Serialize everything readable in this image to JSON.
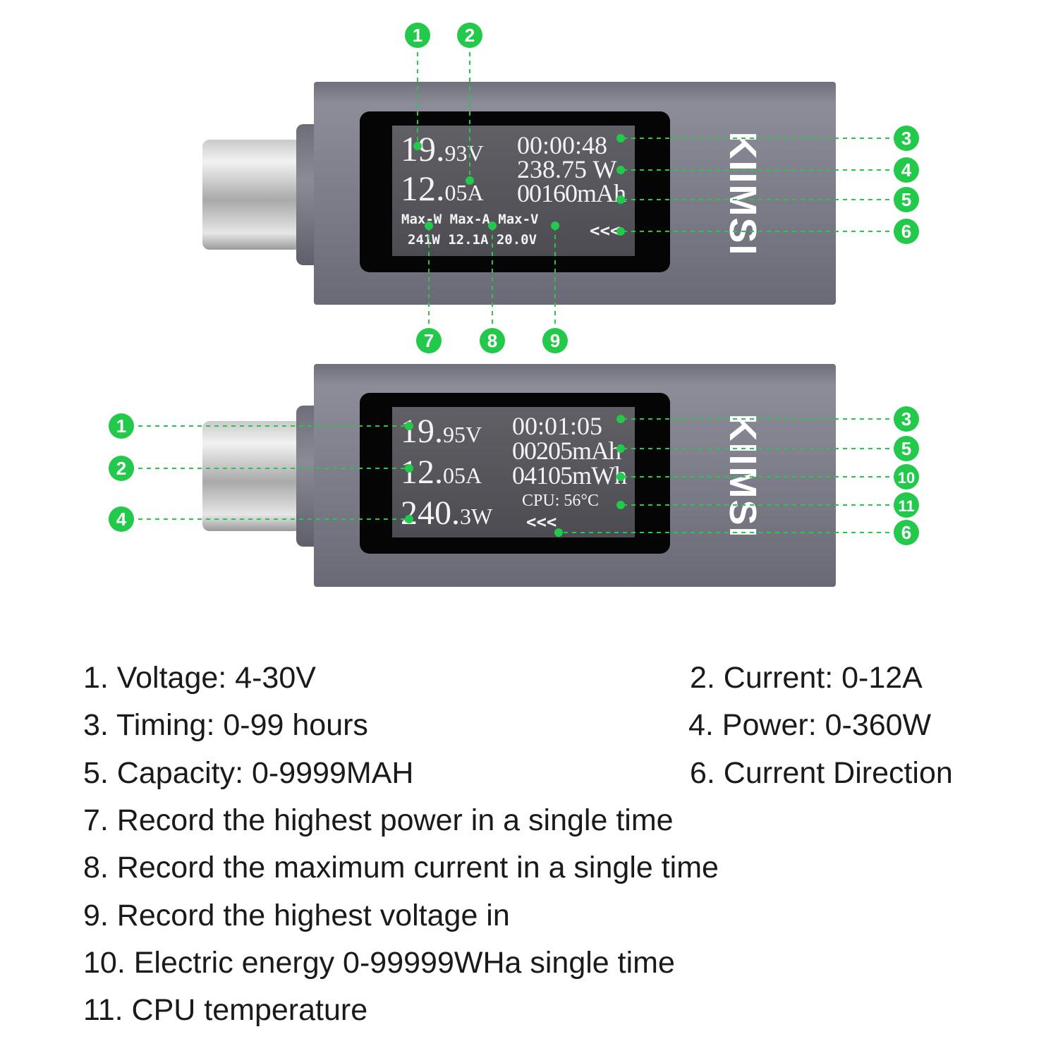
{
  "brand": "KIIMSI",
  "colors": {
    "accent": "#22c94a",
    "lcd_text": "#f4f4f4",
    "body": "#7f7f8b"
  },
  "device_top": {
    "voltage_int": "19.",
    "voltage_dec": "93",
    "voltage_unit": "V",
    "current_int": "12.",
    "current_dec": "05",
    "current_unit": "A",
    "timer": "00:00:48",
    "power": "238.75 W",
    "capacity": "00160mAh",
    "max_headers": "Max-W Max-A Max-V",
    "max_values": "241W  12.1A 20.0V",
    "direction": "<<<"
  },
  "device_bottom": {
    "voltage_int": "19.",
    "voltage_dec": "95",
    "voltage_unit": "V",
    "current_int": "12.",
    "current_dec": "05",
    "current_unit": "A",
    "power_int": "240.",
    "power_dec": "3",
    "power_unit": "W",
    "timer": "00:01:05",
    "capacity": "00205mAh",
    "energy": "04105mWh",
    "cpu": "CPU: 56°C",
    "direction": "<<<"
  },
  "callouts_top": [
    "1",
    "2",
    "3",
    "4",
    "5",
    "6",
    "7",
    "8",
    "9"
  ],
  "callouts_bottom": [
    "1",
    "2",
    "4",
    "3",
    "5",
    "10",
    "11",
    "6"
  ],
  "legend": {
    "l1": "1. Voltage: 4-30V",
    "l2": "2. Current: 0-12A",
    "l3": "3. Timing: 0-99 hours",
    "l4": "4. Power: 0-360W",
    "l5": "5. Capacity: 0-9999MAH",
    "l6": "6. Current Direction",
    "l7": "7. Record the highest power in a single time",
    "l8": "8. Record the maximum current in a single time",
    "l9": "9. Record the highest voltage in",
    "l10": "10. Electric energy 0-99999WHa single time",
    "l11": "11. CPU temperature"
  }
}
